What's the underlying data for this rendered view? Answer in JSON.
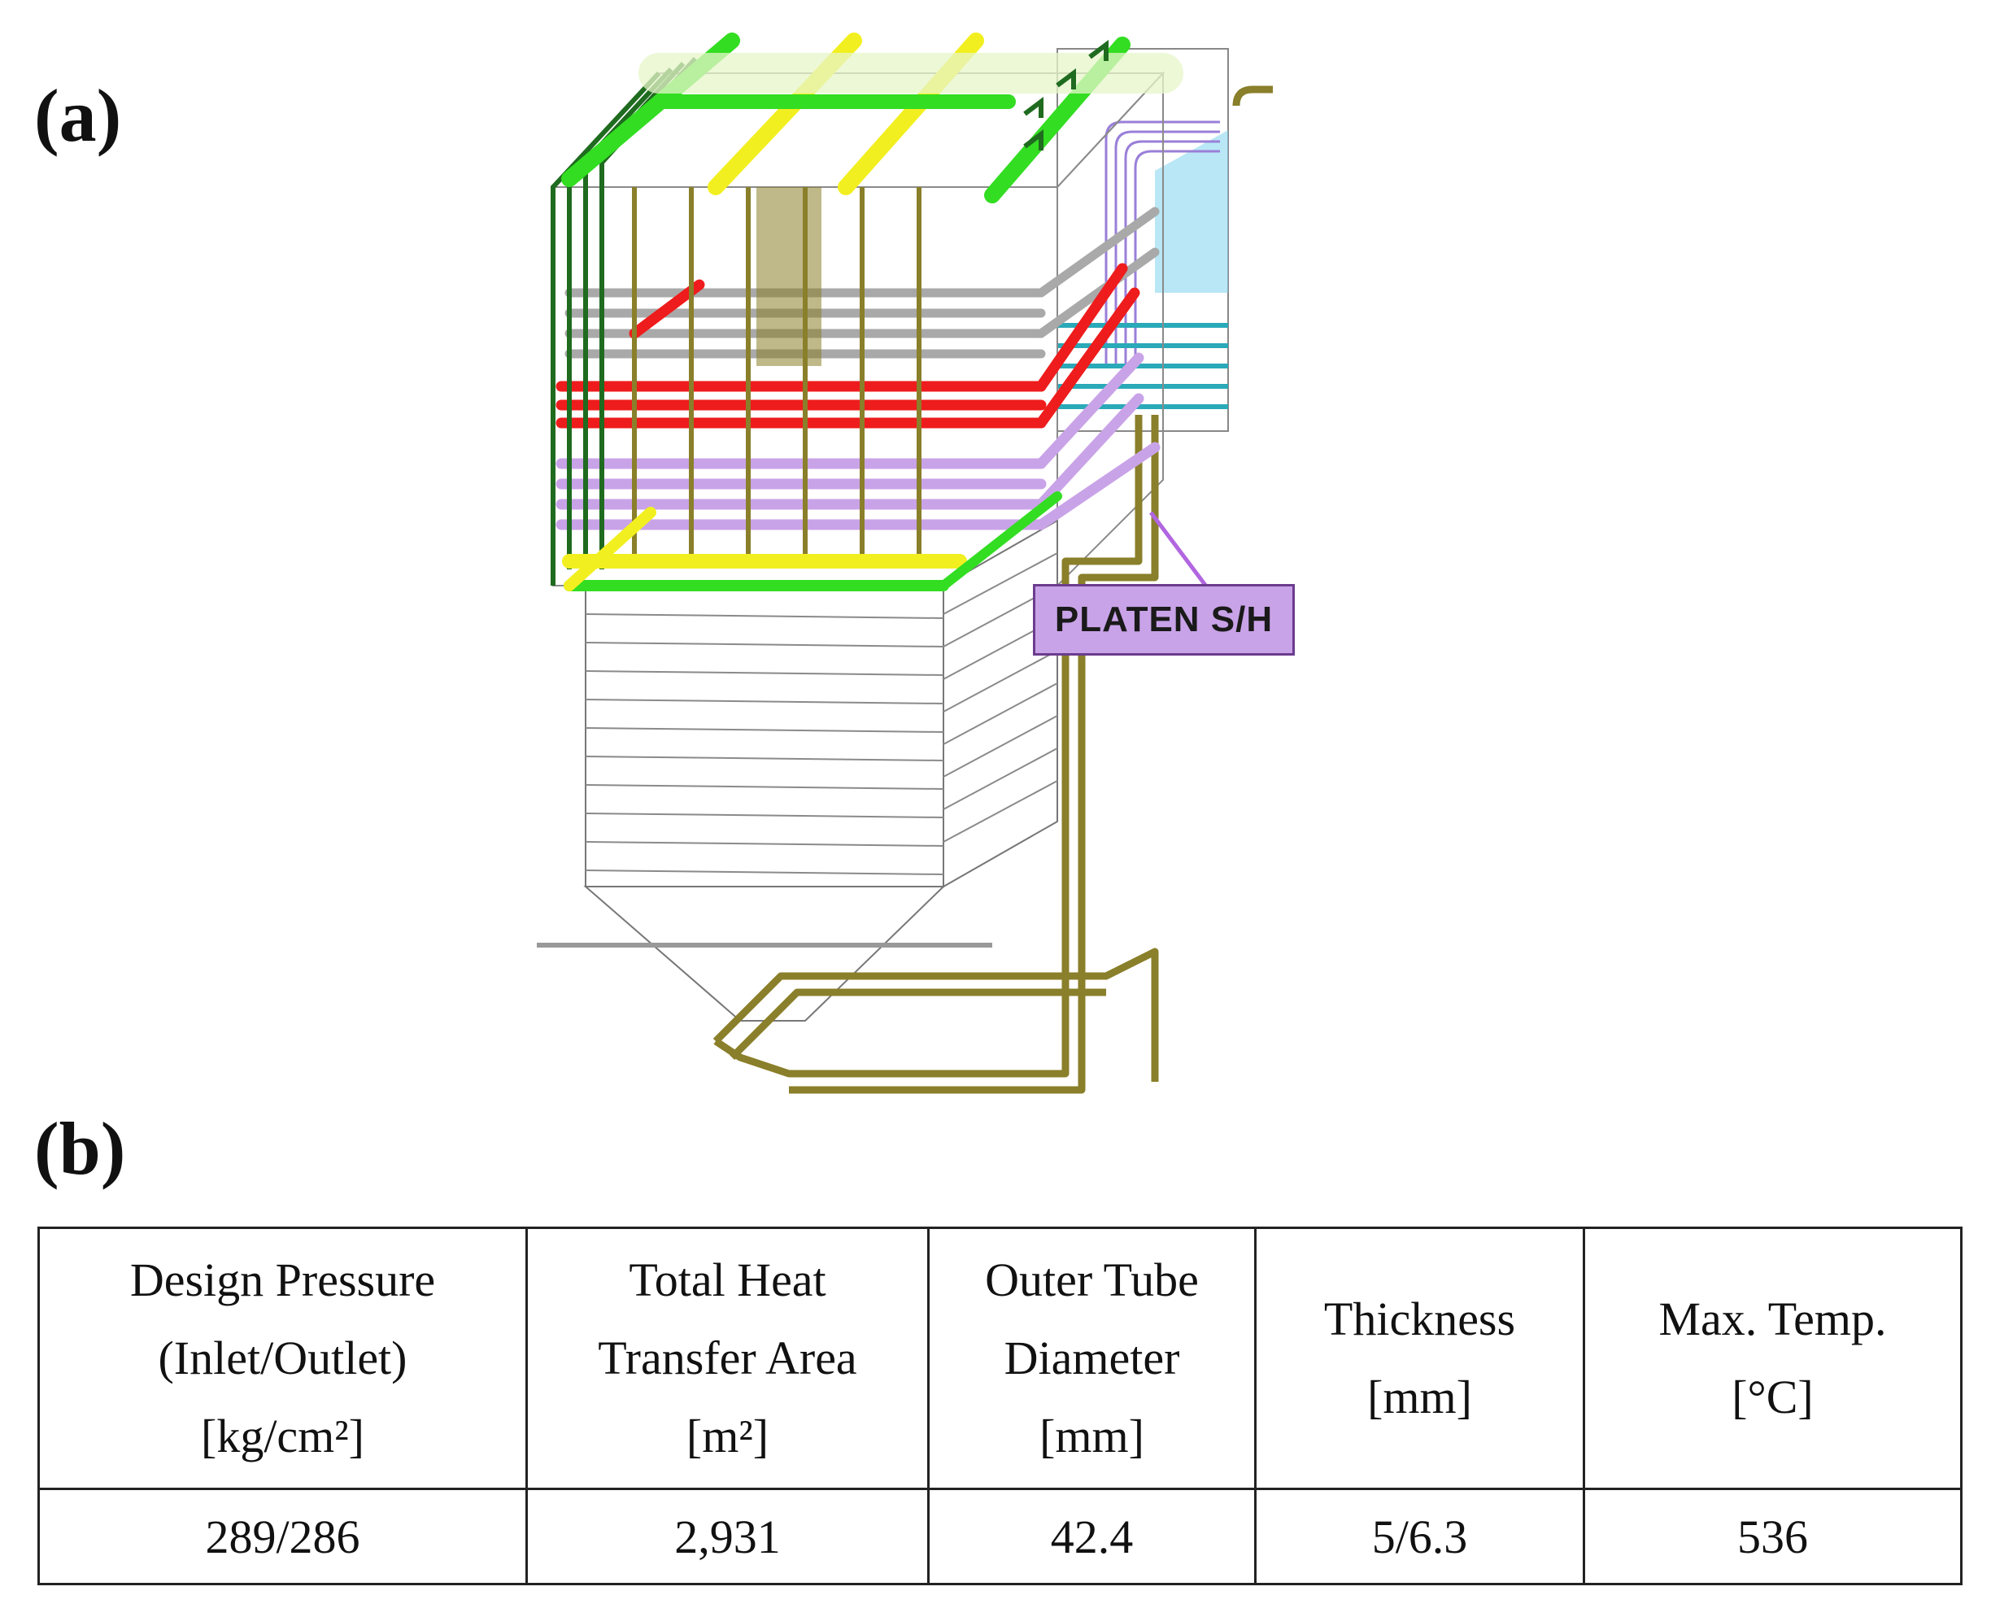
{
  "panel_labels": {
    "a": "(a)",
    "b": "(b)"
  },
  "callout": {
    "text": "PLATEN S/H",
    "fill": "#c9a3e8",
    "border": "#6b3c8e"
  },
  "colors": {
    "green": "#33dd22",
    "dark_green": "#1f6b1f",
    "yellow": "#f2ef20",
    "olive": "#8a7f2a",
    "red": "#ee1c1c",
    "lavender": "#c9a3e8",
    "gray": "#a9a9a9",
    "cyan": "#2aa9b8",
    "light_blue": "#7fd3ee",
    "outline": "#888888"
  },
  "table": {
    "headers": [
      [
        "Design Pressure",
        "(Inlet/Outlet)",
        "[kg/cm²]"
      ],
      [
        "Total Heat",
        "Transfer Area",
        "[m²]"
      ],
      [
        "Outer Tube",
        "Diameter",
        "[mm]"
      ],
      [
        "Thickness",
        "[mm]"
      ],
      [
        "Max. Temp.",
        "[°C]"
      ]
    ],
    "row": [
      "289/286",
      "2,931",
      "42.4",
      "5/6.3",
      "536"
    ]
  }
}
